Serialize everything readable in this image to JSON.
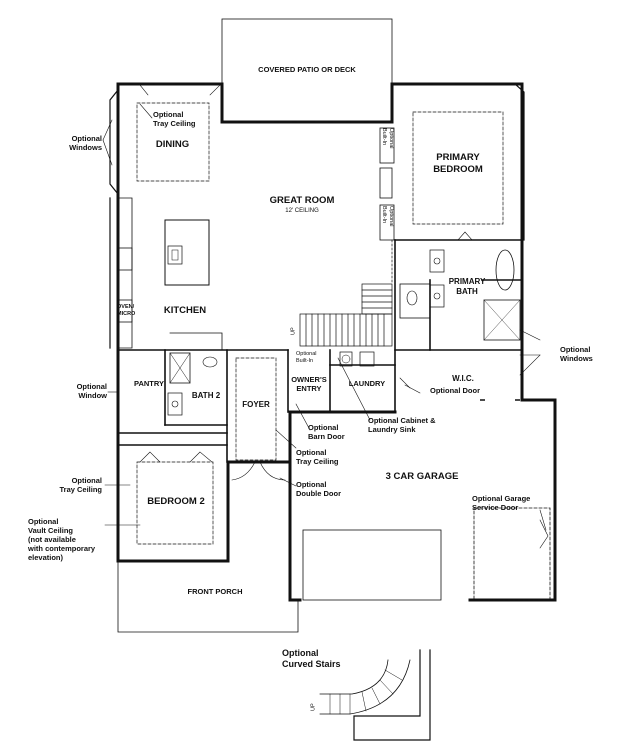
{
  "rooms": {
    "covered_patio": "COVERED PATIO OR DECK",
    "dining": "DINING",
    "great_room": "GREAT ROOM",
    "great_room_ceiling": "12' CEILING",
    "primary_bedroom": [
      "PRIMARY",
      "BEDROOM"
    ],
    "kitchen": "KITCHEN",
    "primary_bath": [
      "PRIMARY",
      "BATH"
    ],
    "pantry": "PANTRY",
    "bath2": "BATH 2",
    "foyer": "FOYER",
    "owners_entry": [
      "OWNER'S",
      "ENTRY"
    ],
    "laundry": "LAUNDRY",
    "wic": "W.I.C.",
    "garage": "3 CAR GARAGE",
    "bedroom2": "BEDROOM 2",
    "front_porch": "FRONT PORCH"
  },
  "small_labels": {
    "oven_micro": [
      "OVEN/",
      "MICRO"
    ],
    "optional_built_in": [
      "Optional",
      "Built-In"
    ],
    "optional_vertical": "Optional",
    "built_in_vertical": "Built-In",
    "up": "UP"
  },
  "callouts": {
    "tray_dining": [
      "Optional",
      "Tray Ceiling"
    ],
    "windows_left": [
      "Optional",
      "Windows"
    ],
    "windows_right": [
      "Optional",
      "Windows"
    ],
    "window_left": [
      "Optional",
      "Window"
    ],
    "optional_door": "Optional Door",
    "cabinet_sink": [
      "Optional Cabinet &",
      "Laundry Sink"
    ],
    "barn_door": [
      "Optional",
      "Barn Door"
    ],
    "tray_foyer": [
      "Optional",
      "Tray Ceiling"
    ],
    "double_door": [
      "Optional",
      "Double Door"
    ],
    "tray_bed2": [
      "Optional",
      "Tray Ceiling"
    ],
    "vault": [
      "Optional",
      "Vault Ceiling",
      "(not available",
      "with contemporary",
      "elevation)"
    ],
    "garage_door": [
      "Optional Garage",
      "Service Door"
    ],
    "curved_stairs": [
      "Optional",
      "Curved Stairs"
    ]
  }
}
